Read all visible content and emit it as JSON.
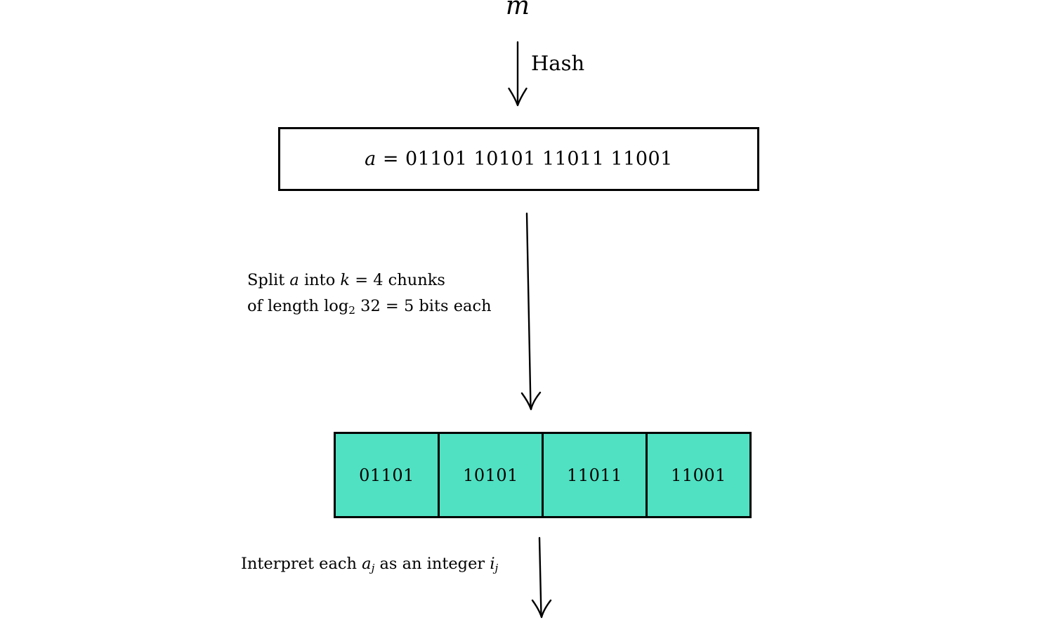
{
  "colors": {
    "chunk_fill": "#50E0C2",
    "line": "#000000",
    "background": "#FFFFFF"
  },
  "flow": {
    "message_var": "m",
    "hash_label": "Hash"
  },
  "hash_box": {
    "var": "a",
    "rest": " = 01101 10101 11011 11001"
  },
  "split_note": {
    "l1_pre": "Split ",
    "l1_var_a": "a",
    "l1_mid": " into ",
    "l1_var_k": "k",
    "l1_post": " = 4 chunks",
    "l2_pre": "of length log",
    "l2_sub": "2",
    "l2_post": " 32 = 5 bits each"
  },
  "chunks": [
    "01101",
    "10101",
    "11011",
    "11001"
  ],
  "interpret_note": {
    "pre": "Interpret each ",
    "var_a": "a",
    "sub_a": "j",
    "mid": " as an integer ",
    "var_i": "i",
    "sub_i": "j"
  }
}
